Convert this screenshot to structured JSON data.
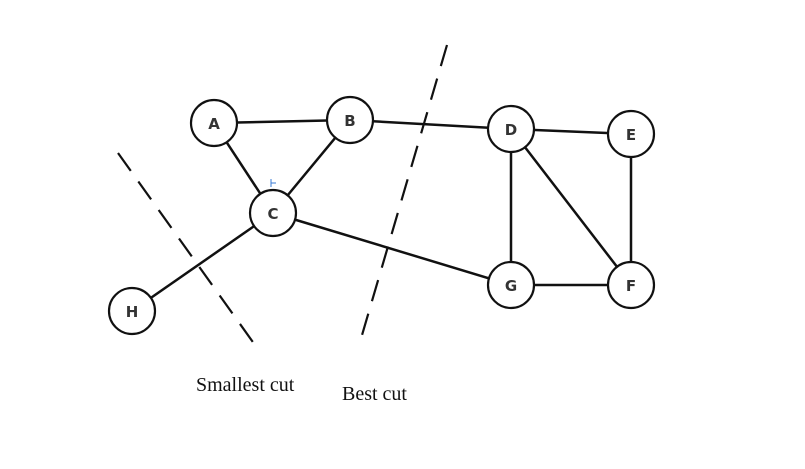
{
  "graph": {
    "nodes": [
      {
        "id": "A",
        "label": "A"
      },
      {
        "id": "B",
        "label": "B"
      },
      {
        "id": "C",
        "label": "C"
      },
      {
        "id": "D",
        "label": "D"
      },
      {
        "id": "E",
        "label": "E"
      },
      {
        "id": "F",
        "label": "F"
      },
      {
        "id": "G",
        "label": "G"
      },
      {
        "id": "H",
        "label": "H"
      }
    ],
    "edges": [
      [
        "A",
        "B"
      ],
      [
        "A",
        "C"
      ],
      [
        "B",
        "C"
      ],
      [
        "B",
        "D"
      ],
      [
        "C",
        "G"
      ],
      [
        "C",
        "H"
      ],
      [
        "D",
        "E"
      ],
      [
        "D",
        "G"
      ],
      [
        "D",
        "F"
      ],
      [
        "E",
        "F"
      ],
      [
        "G",
        "F"
      ]
    ]
  },
  "cuts": {
    "smallest": {
      "label": "Smallest cut",
      "cuts_edges": [
        [
          "C",
          "H"
        ]
      ]
    },
    "best": {
      "label": "Best cut",
      "cuts_edges": [
        [
          "B",
          "D"
        ],
        [
          "C",
          "G"
        ]
      ]
    }
  },
  "colors": {
    "stroke": "#111111",
    "background": "#ffffff",
    "cursor": "#3a7bd5"
  }
}
